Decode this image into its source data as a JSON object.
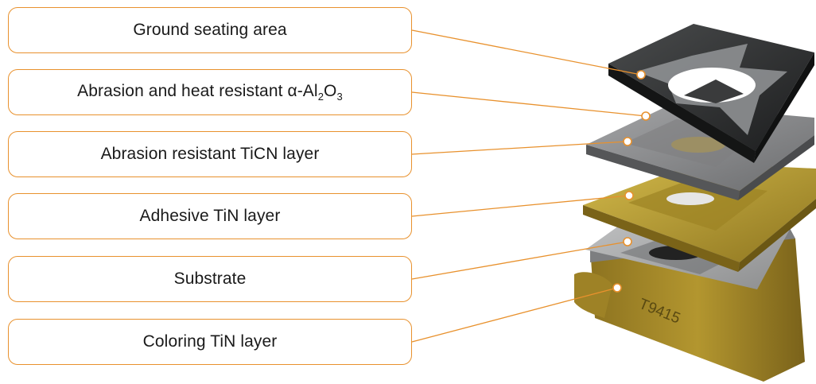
{
  "labels": [
    {
      "id": "ground-seating-area",
      "text": "Ground seating area"
    },
    {
      "id": "alumina-layer",
      "prefix": "Abrasion and heat resistant α-Al",
      "sub1": "2",
      "mid": "O",
      "sub2": "3"
    },
    {
      "id": "ticn-layer",
      "text": "Abrasion resistant TiCN layer"
    },
    {
      "id": "adhesive-tin-layer",
      "text": "Adhesive TiN layer"
    },
    {
      "id": "substrate",
      "text": "Substrate"
    },
    {
      "id": "coloring-tin-layer",
      "text": "Coloring TiN layer"
    }
  ],
  "insert_marking": "T9415",
  "colors": {
    "accent": "#e8912d",
    "alumina": "#2b2d2e",
    "ticn": "#8a8b8d",
    "tin": "#b79a2c",
    "substrate": "#a9aaab",
    "coloring": "#9a7e22"
  }
}
